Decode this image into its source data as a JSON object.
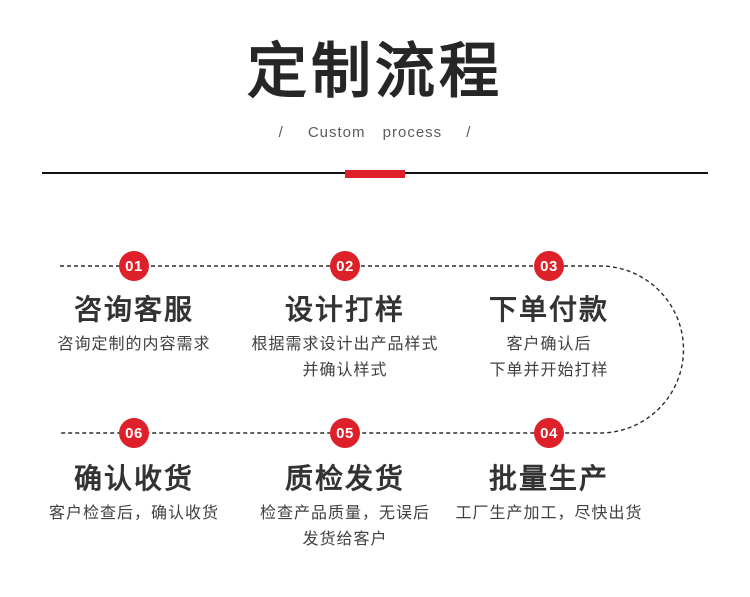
{
  "colors": {
    "accent": "#dd2029",
    "title_color": "#262626",
    "line_color": "#2d2d2d"
  },
  "header": {
    "title": "定制流程",
    "subtitle": {
      "left_slash": "/",
      "text": "Custom process",
      "right_slash": "/"
    }
  },
  "steps": [
    {
      "num": "01",
      "title": "咨询客服",
      "desc_lines": [
        "咨询定制的内容需求"
      ]
    },
    {
      "num": "02",
      "title": "设计打样",
      "desc_lines": [
        "根据需求设计出产品样式",
        "并确认样式"
      ]
    },
    {
      "num": "03",
      "title": "下单付款",
      "desc_lines": [
        "客户确认后",
        "下单并开始打样"
      ]
    },
    {
      "num": "04",
      "title": "批量生产",
      "desc_lines": [
        "工厂生产加工，尽快出货"
      ]
    },
    {
      "num": "05",
      "title": "质检发货",
      "desc_lines": [
        "检查产品质量，无误后",
        "发货给客户"
      ]
    },
    {
      "num": "06",
      "title": "确认收货",
      "desc_lines": [
        "客户检查后，确认收货"
      ]
    }
  ]
}
